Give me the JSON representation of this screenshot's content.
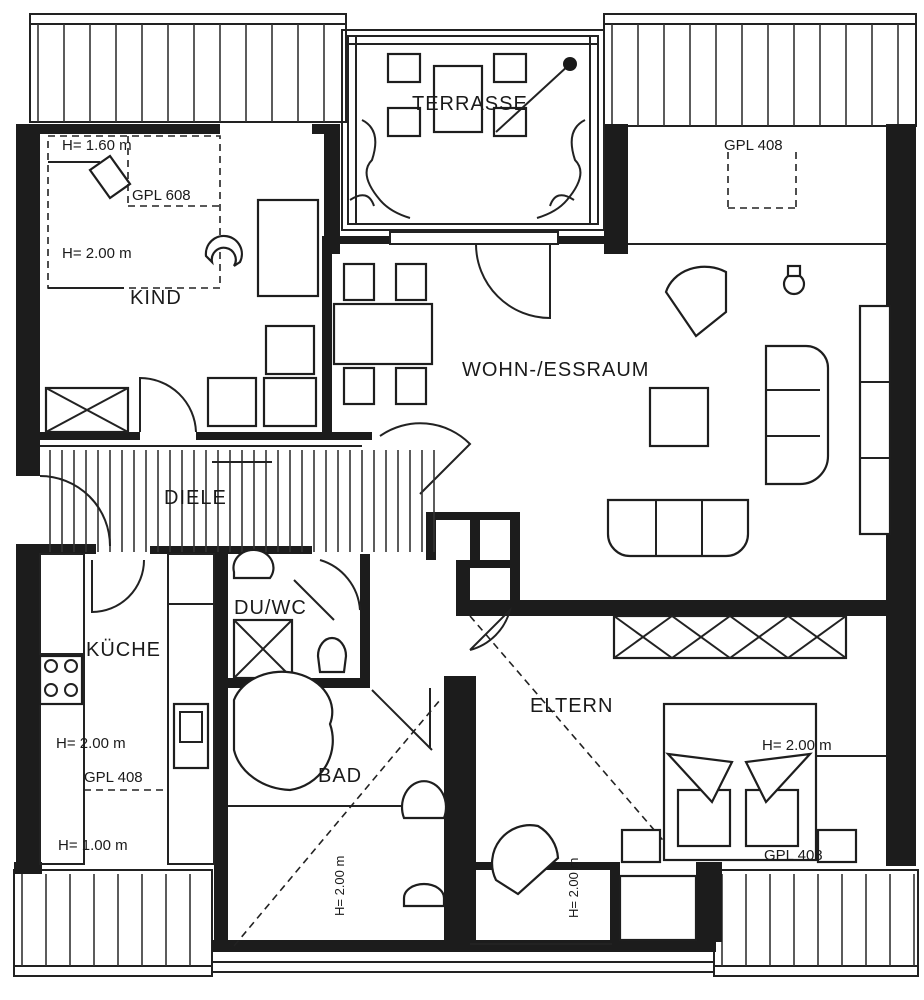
{
  "rooms": {
    "terrasse": "TERRASSE",
    "kind": "KIND",
    "wohn": "WOHN-/ESSRAUM",
    "diele": "DIELE",
    "kueche": "KÜCHE",
    "du_wc": "DU/WC",
    "bad": "BAD",
    "eltern": "ELTERN"
  },
  "dimensions": {
    "kind_h160": "H= 1.60 m",
    "kind_gpl": "GPL 608",
    "kind_h200": "H= 2.00 m",
    "wohn_gpl": "GPL 408",
    "kueche_h200": "H= 2.00 m",
    "kueche_gpl": "GPL 408",
    "kueche_h100": "H= 1.00 m",
    "bad_h200": "H= 2.00 m",
    "eltern_vh200": "H= 2.00 m",
    "eltern_h200": "H= 2.00 m",
    "eltern_gpl": "GPL 408"
  }
}
